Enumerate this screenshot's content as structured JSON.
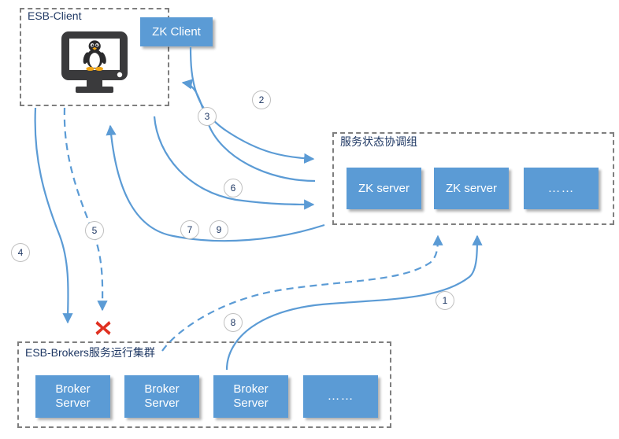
{
  "diagram": {
    "groups": [
      {
        "id": "esb-client",
        "label": "ESB-Client"
      },
      {
        "id": "coordination",
        "label": "服务状态协调组"
      },
      {
        "id": "brokers",
        "label": "ESB-Brokers服务运行集群"
      }
    ],
    "client": {
      "zk_client_label": "ZK Client",
      "host_icon": "linux-monitor-icon"
    },
    "coordination_nodes": [
      {
        "label": "ZK server"
      },
      {
        "label": "ZK server"
      },
      {
        "label": "……"
      }
    ],
    "broker_nodes": [
      {
        "label": "Broker\nServer"
      },
      {
        "label": "Broker\nServer"
      },
      {
        "label": "Broker\nServer"
      },
      {
        "label": "……"
      }
    ],
    "steps": [
      {
        "n": "1"
      },
      {
        "n": "2"
      },
      {
        "n": "3"
      },
      {
        "n": "4"
      },
      {
        "n": "5"
      },
      {
        "n": "6"
      },
      {
        "n": "7"
      },
      {
        "n": "8"
      },
      {
        "n": "9"
      }
    ],
    "failure_marker": "red-x-icon",
    "colors": {
      "node_fill": "#5b9bd5",
      "connector": "#5b9bd5",
      "group_border": "#7f7f7f",
      "label_text": "#1f3864",
      "failure": "#e03020"
    }
  }
}
